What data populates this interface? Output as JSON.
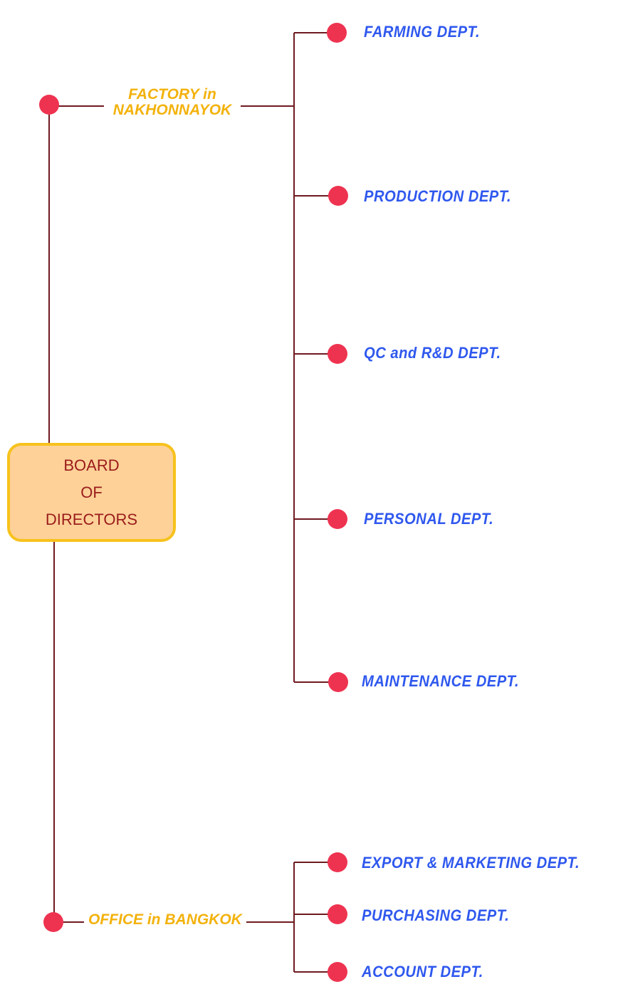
{
  "board": {
    "line1": "BOARD",
    "line2": "OF",
    "line3": "DIRECTORS"
  },
  "factory": {
    "label_line1": "FACTORY in",
    "label_line2": "NAKHONNAYOK",
    "departments": [
      "FARMING DEPT.",
      "PRODUCTION DEPT.",
      "QC and R&D DEPT.",
      "PERSONAL DEPT.",
      "MAINTENANCE DEPT."
    ]
  },
  "office": {
    "label": "OFFICE in BANGKOK",
    "departments": [
      "EXPORT & MARKETING DEPT.",
      "PURCHASING DEPT.",
      "ACCOUNT DEPT."
    ]
  },
  "colors": {
    "line": "#6e1a20",
    "node": "#ee3350",
    "department_text": "#2f58ee",
    "site_text": "#f3b20b",
    "board_fill": "#fdd198",
    "board_border": "#f7c21c",
    "board_text": "#9a1b1b"
  }
}
